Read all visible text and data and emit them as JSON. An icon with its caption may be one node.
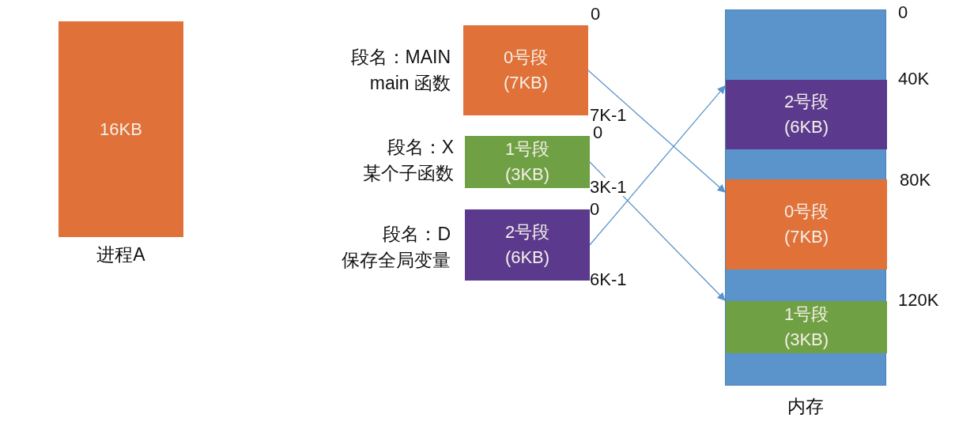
{
  "diagram": {
    "nodes": [
      {
        "text": [
          "16KB"
        ],
        "beside": [
          "进程A"
        ]
      },
      {
        "text": [
          "0号段",
          "(7KB)"
        ],
        "beside": [
          "段名：MAIN main 函数"
        ]
      },
      {
        "text": [
          "1号段",
          "(3KB)"
        ],
        "beside": [
          "段名：X 某个子函数"
        ]
      },
      {
        "text": [
          "2号段",
          "(6KB)"
        ],
        "beside": [
          "段名：D 保存全局变量"
        ]
      },
      {
        "text": [],
        "shape": "bar",
        "beside": [
          "内存"
        ]
      },
      {
        "text": [
          "2号段",
          "(6KB)"
        ],
        "in": 4
      },
      {
        "text": [
          "0号段",
          "(7KB)"
        ],
        "in": 4
      },
      {
        "text": [
          "1号段",
          "(3KB)"
        ],
        "in": 4
      }
    ],
    "edges": [
      {
        "from": 1,
        "to": 6,
        "arrow": "to"
      },
      {
        "from": 2,
        "to": 7,
        "arrow": "to"
      },
      {
        "from": 3,
        "to": 5,
        "arrow": "to"
      }
    ],
    "labels": [
      "0",
      "7K-1",
      "0",
      "3K-1",
      "0",
      "6K-1",
      "0",
      "40K",
      "80K",
      "120K"
    ]
  }
}
